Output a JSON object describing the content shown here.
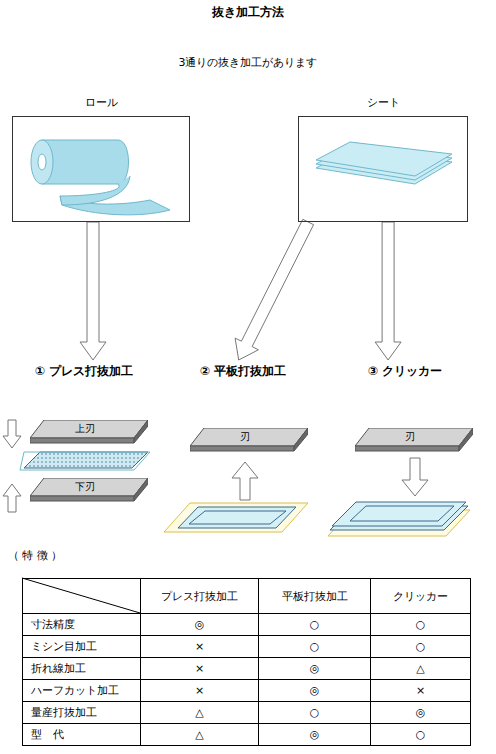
{
  "diagram": {
    "title": "抜き加工方法",
    "nodes": [
      {
        "text": [
          "ロール"
        ]
      },
      {
        "text": [
          "シート"
        ]
      },
      {
        "text": [
          "① プレス打抜加工"
        ]
      },
      {
        "text": [
          "② 平板打抜加工"
        ]
      },
      {
        "text": [
          "③ クリッカー"
        ]
      },
      {
        "text": [
          "上刃"
        ]
      },
      {
        "text": [
          "刃"
        ]
      },
      {
        "text": [
          "刃"
        ]
      },
      {
        "text": [
          "下刃"
        ]
      }
    ],
    "edges": [
      {
        "from": 0,
        "to": 2,
        "arrow": "to"
      },
      {
        "from": 1,
        "to": 3,
        "arrow": "to"
      },
      {
        "from": 1,
        "to": 4,
        "arrow": "to"
      }
    ],
    "labels": [
      "3通りの抜き加工があります",
      "（ 特 徴 ）",
      "プレス打抜加工",
      "平板打抜加工",
      "クリッカー",
      "寸法精度",
      "◎",
      "○",
      "○",
      "ミシン目加工",
      "×",
      "○",
      "○",
      "折れ線加工",
      "×",
      "◎",
      "△",
      "ハーフカット加工",
      "×",
      "◎",
      "×",
      "量産打抜加工",
      "△",
      "○",
      "◎",
      "型　代",
      "△",
      "◎",
      "○"
    ]
  }
}
